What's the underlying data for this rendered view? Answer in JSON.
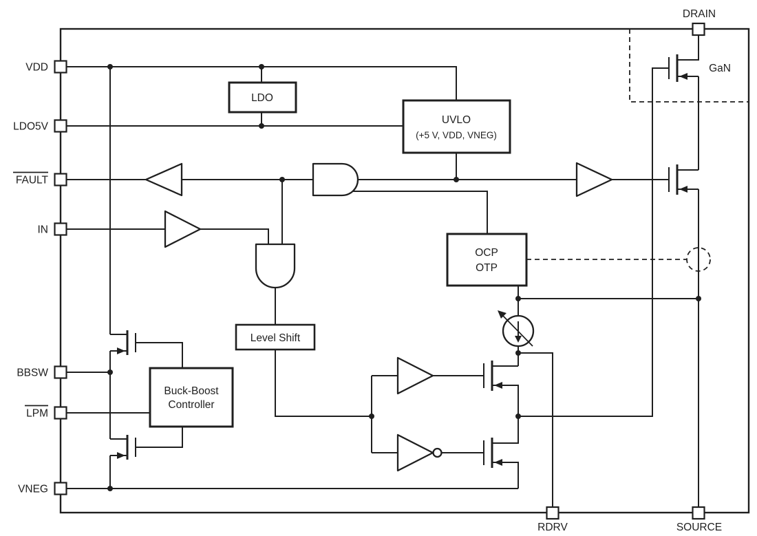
{
  "diagram": {
    "pins": {
      "vdd": "VDD",
      "ldo5v": "LDO5V",
      "fault": "FAULT",
      "in": "IN",
      "bbsw": "BBSW",
      "lpm": "LPM",
      "vneg": "VNEG",
      "drain": "DRAIN",
      "rdrv": "RDRV",
      "source": "SOURCE"
    },
    "blocks": {
      "ldo": "LDO",
      "uvlo": "UVLO",
      "uvlo_monitors": "(+5 V, VDD, VNEG)",
      "ocp": "OCP",
      "otp": "OTP",
      "level_shift": "Level Shift",
      "buck_boost_1": "Buck-Boost",
      "buck_boost_2": "Controller",
      "gan": "GaN"
    },
    "colors": {
      "line": "#1f1f1f",
      "background": "#ffffff"
    }
  }
}
